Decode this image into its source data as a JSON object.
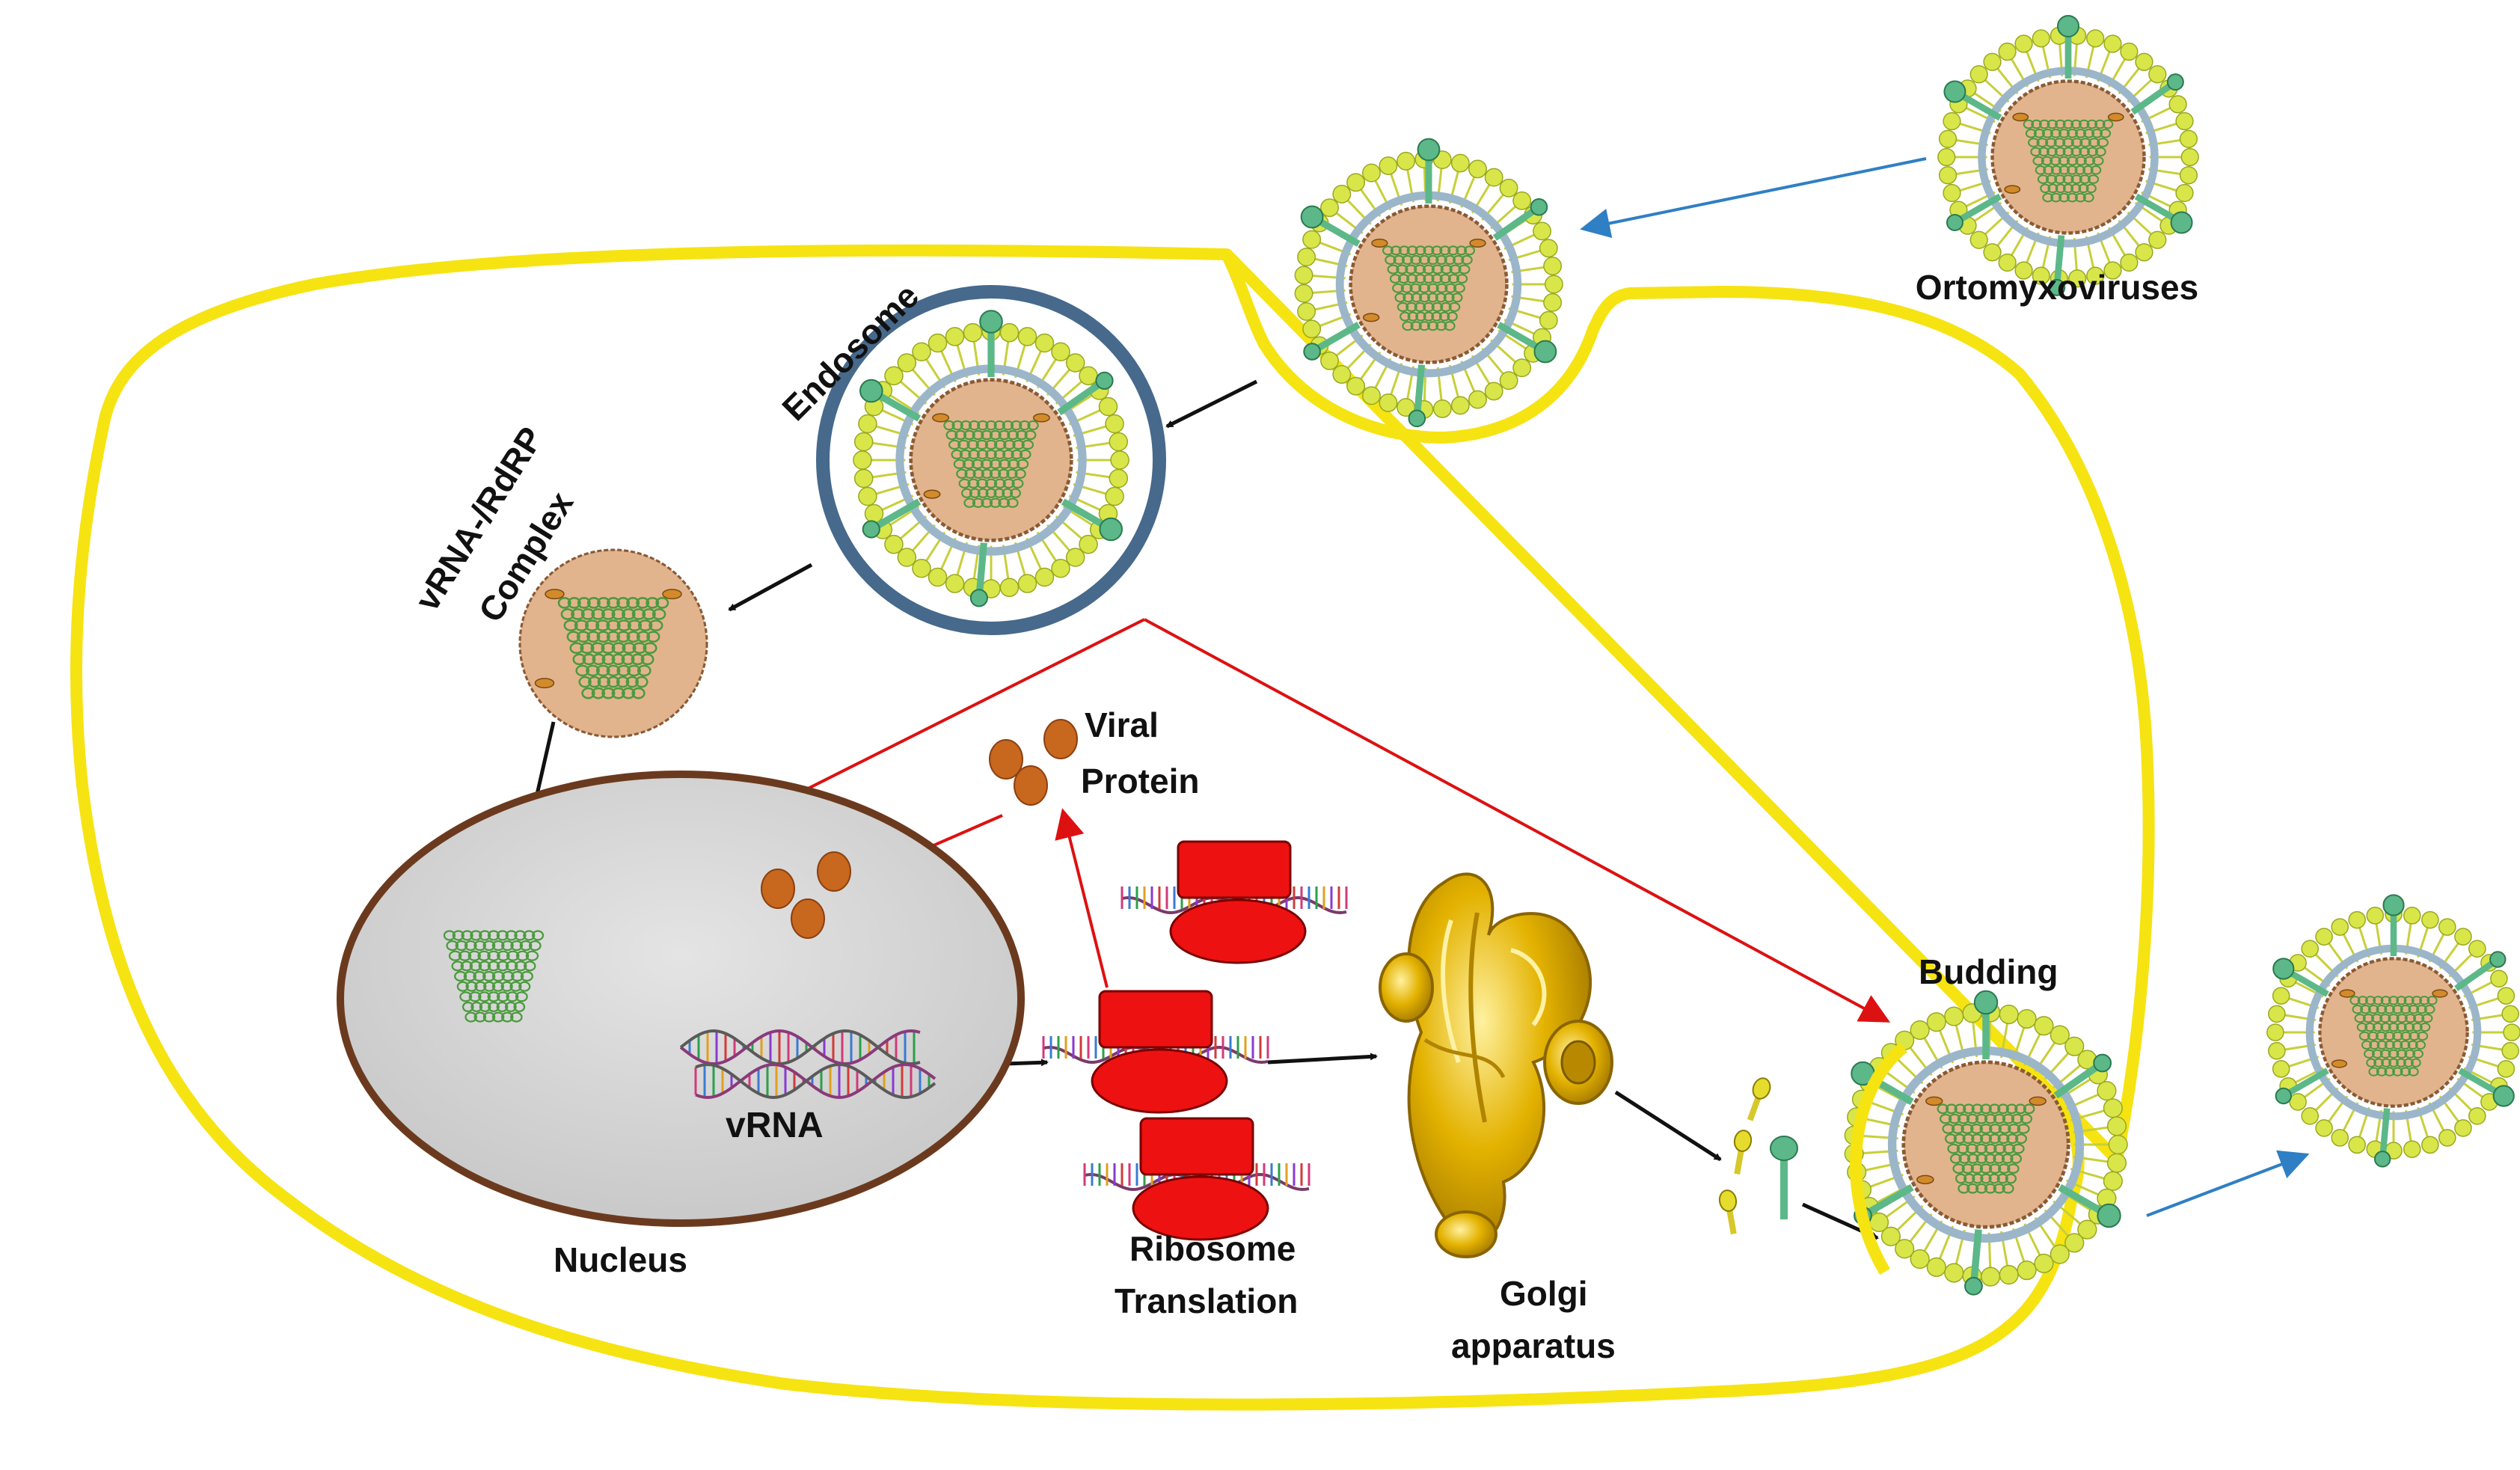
{
  "labels": {
    "ortomyxoviruses": "Ortomyxoviruses",
    "endosome": "Endosome",
    "complex_line1": "vRNA-/RdRP",
    "complex_line2": "Complex",
    "viral": "Viral",
    "protein": "Protein",
    "budding": "Budding",
    "vrna": "vRNA",
    "nucleus": "Nucleus",
    "ribosome": "Ribosome",
    "translation": "Translation",
    "golgi": "Golgi",
    "apparatus": "apparatus"
  },
  "colors": {
    "membrane": "#f6e312",
    "virion_envelope": "#d9e64a",
    "capsid": "#e2b48e",
    "capsid_border": "#8a5a35",
    "rnp": "#4c9a3f",
    "spike": "#5cb888",
    "endosome_ring": "#46698c",
    "nucleus_fill": "#d8d8d8",
    "nucleus_border": "#6b3a1e",
    "protein": "#c8671e",
    "ribosome": "#ee1111",
    "golgi": "#d9a400",
    "arrow_black": "#111111",
    "arrow_red": "#dd1111",
    "arrow_blue": "#2f7fc4"
  }
}
